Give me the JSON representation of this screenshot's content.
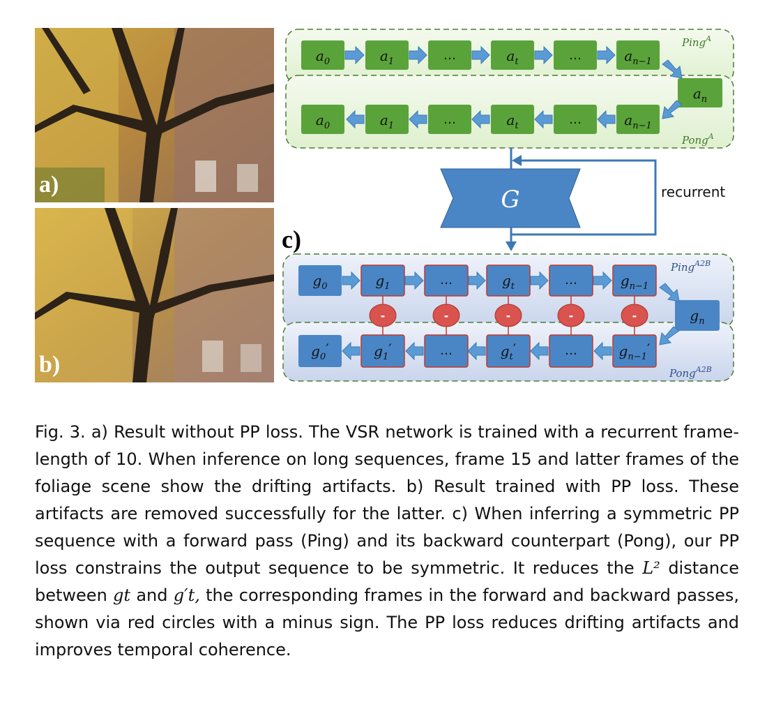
{
  "figure": {
    "panel_a_label": "a)",
    "panel_b_label": "b)",
    "panel_c_label": "c)",
    "ping_a_label": "Ping^A",
    "pong_a_label": "Pong^A",
    "ping_a2b_label": "Ping^A2B",
    "pong_a2b_label": "Pong^A2B",
    "generator_label": "G",
    "recurrent_label": "recurrent",
    "ping_a_frames": [
      "a0",
      "a1",
      "…",
      "at",
      "…",
      "an−1"
    ],
    "an_frame": "an",
    "pong_a_frames": [
      "a0",
      "a1",
      "…",
      "at",
      "…",
      "an−1"
    ],
    "ping_g_frames": [
      "g0",
      "g1",
      "…",
      "gt",
      "…",
      "gn−1"
    ],
    "gn_frame": "gn",
    "pong_g_frames": [
      "g0′",
      "g1′",
      "…",
      "gt′",
      "…",
      "gn−1′"
    ],
    "minus_sign": "-"
  },
  "caption": {
    "fig_label": "Fig. 3.",
    "text_1": "a) Result without PP loss. The VSR network is trained with a recurrent frame-length of 10. When inference on long sequences, frame 15 and latter frames of the foliage scene show the drifting artifacts.",
    "text_2": "b) Result trained with PP loss. These artifacts are removed successfully for the latter. c) When inferring a symmetric PP sequence with a forward pass (Ping) and its backward counterpart (Pong), our PP loss constrains the output sequence to be symmetric. It reduces the",
    "math_l2": "L²",
    "text_3": "distance between",
    "math_gt": "gt",
    "text_4": "and",
    "math_gt_prime": "g′t,",
    "text_5": "the corresponding frames in the forward and backward passes, shown via red circles with a minus sign. The PP loss reduces drifting artifacts and improves temporal coherence."
  },
  "colors": {
    "green_box": "#5aa33a",
    "green_region": "#e6f4d8",
    "blue_box": "#4a86c6",
    "blue_region": "#dde6f4",
    "minus_circle": "#d9534f",
    "arrow_blue": "#5b9bd5"
  }
}
